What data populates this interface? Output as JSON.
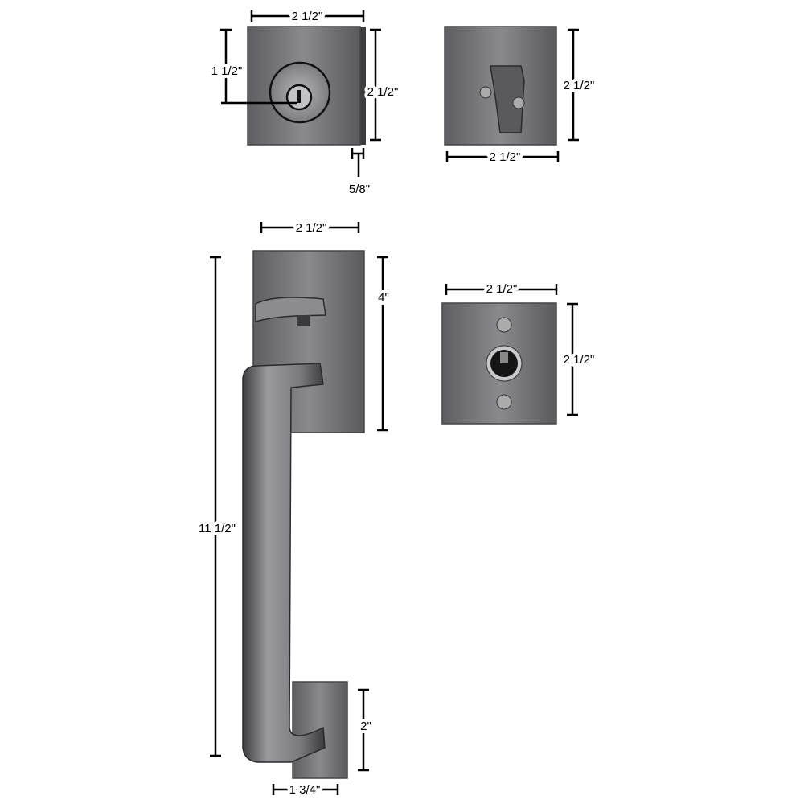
{
  "colors": {
    "metal_light": "#8f8f93",
    "metal_dark": "#4a4a4e",
    "metal_mid": "#6e6e72",
    "line": "#000000",
    "background": "#ffffff"
  },
  "deadbolt": {
    "width_label": "2 1/2\"",
    "keyhole_label": "1 1/2\"",
    "height_label": "2 1/2\"",
    "depth_label": "5/8\""
  },
  "thumbturn": {
    "height_label": "2 1/2\"",
    "width_label": "2 1/2\""
  },
  "handleset": {
    "top_width_label": "2 1/2\"",
    "top_height_label": "4\"",
    "overall_height_label": "11 1/2\"",
    "bottom_height_label": "2\"",
    "bottom_width_label": "1 3/4\""
  },
  "privacy_rose": {
    "width_label": "2 1/2\"",
    "height_label": "2 1/2\""
  }
}
